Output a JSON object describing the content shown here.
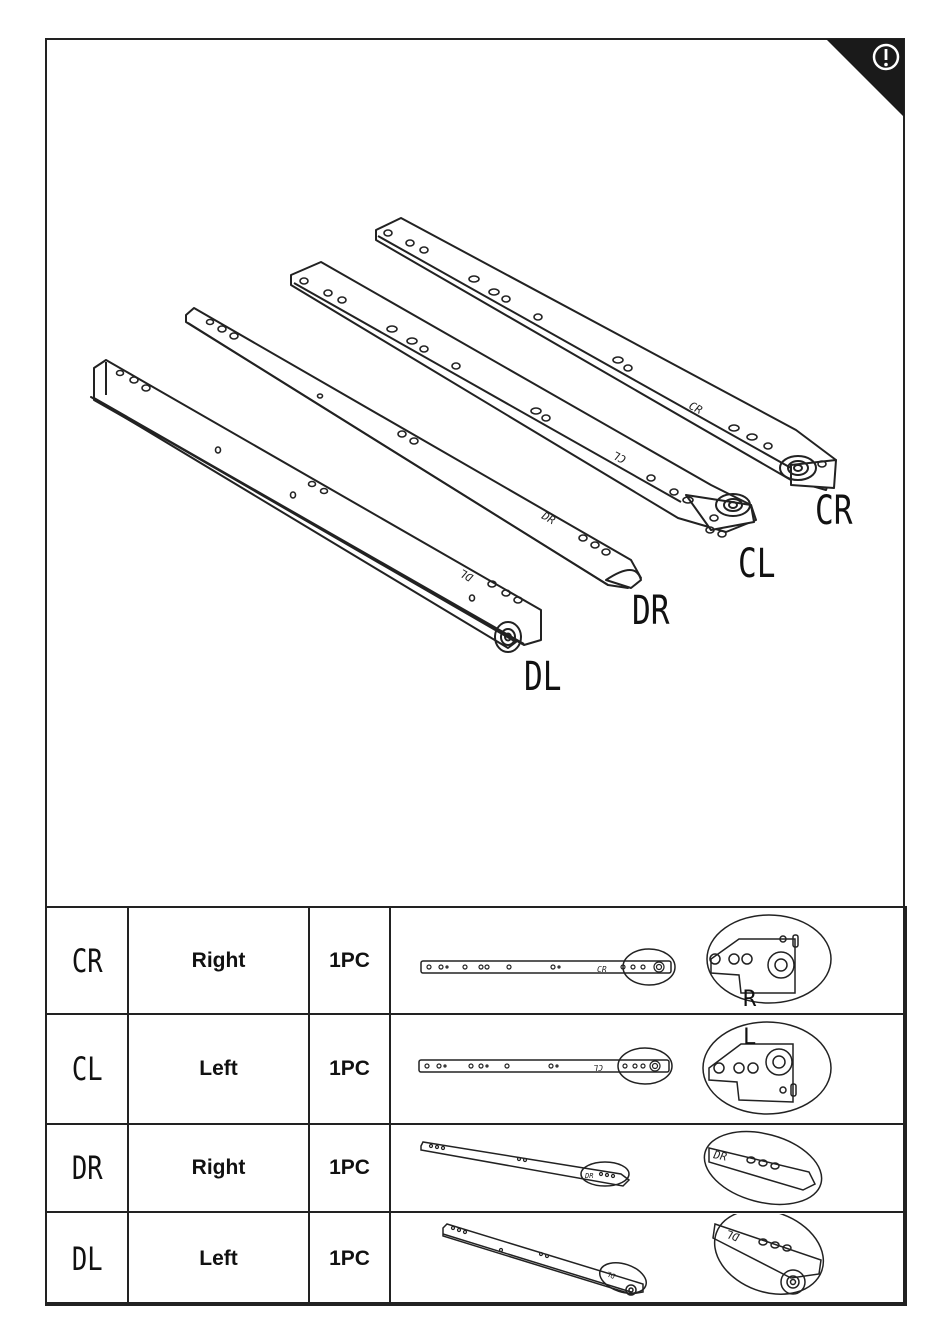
{
  "callouts": {
    "cr": "CR",
    "cl": "CL",
    "dr": "DR",
    "dl": "DL"
  },
  "rail_marks": {
    "cr": "CR",
    "cl": "CL",
    "dr": "DR",
    "dl": "DL"
  },
  "warning_icon": "exclamation-warning-icon",
  "parts": [
    {
      "code": "CR",
      "side": "Right",
      "qty": "1PC",
      "detail_letter": "R",
      "mark": "CR"
    },
    {
      "code": "CL",
      "side": "Left",
      "qty": "1PC",
      "detail_letter": "L",
      "mark": "CL"
    },
    {
      "code": "DR",
      "side": "Right",
      "qty": "1PC",
      "detail_letter": "",
      "mark": "DR"
    },
    {
      "code": "DL",
      "side": "Left",
      "qty": "1PC",
      "detail_letter": "",
      "mark": "DL"
    }
  ]
}
